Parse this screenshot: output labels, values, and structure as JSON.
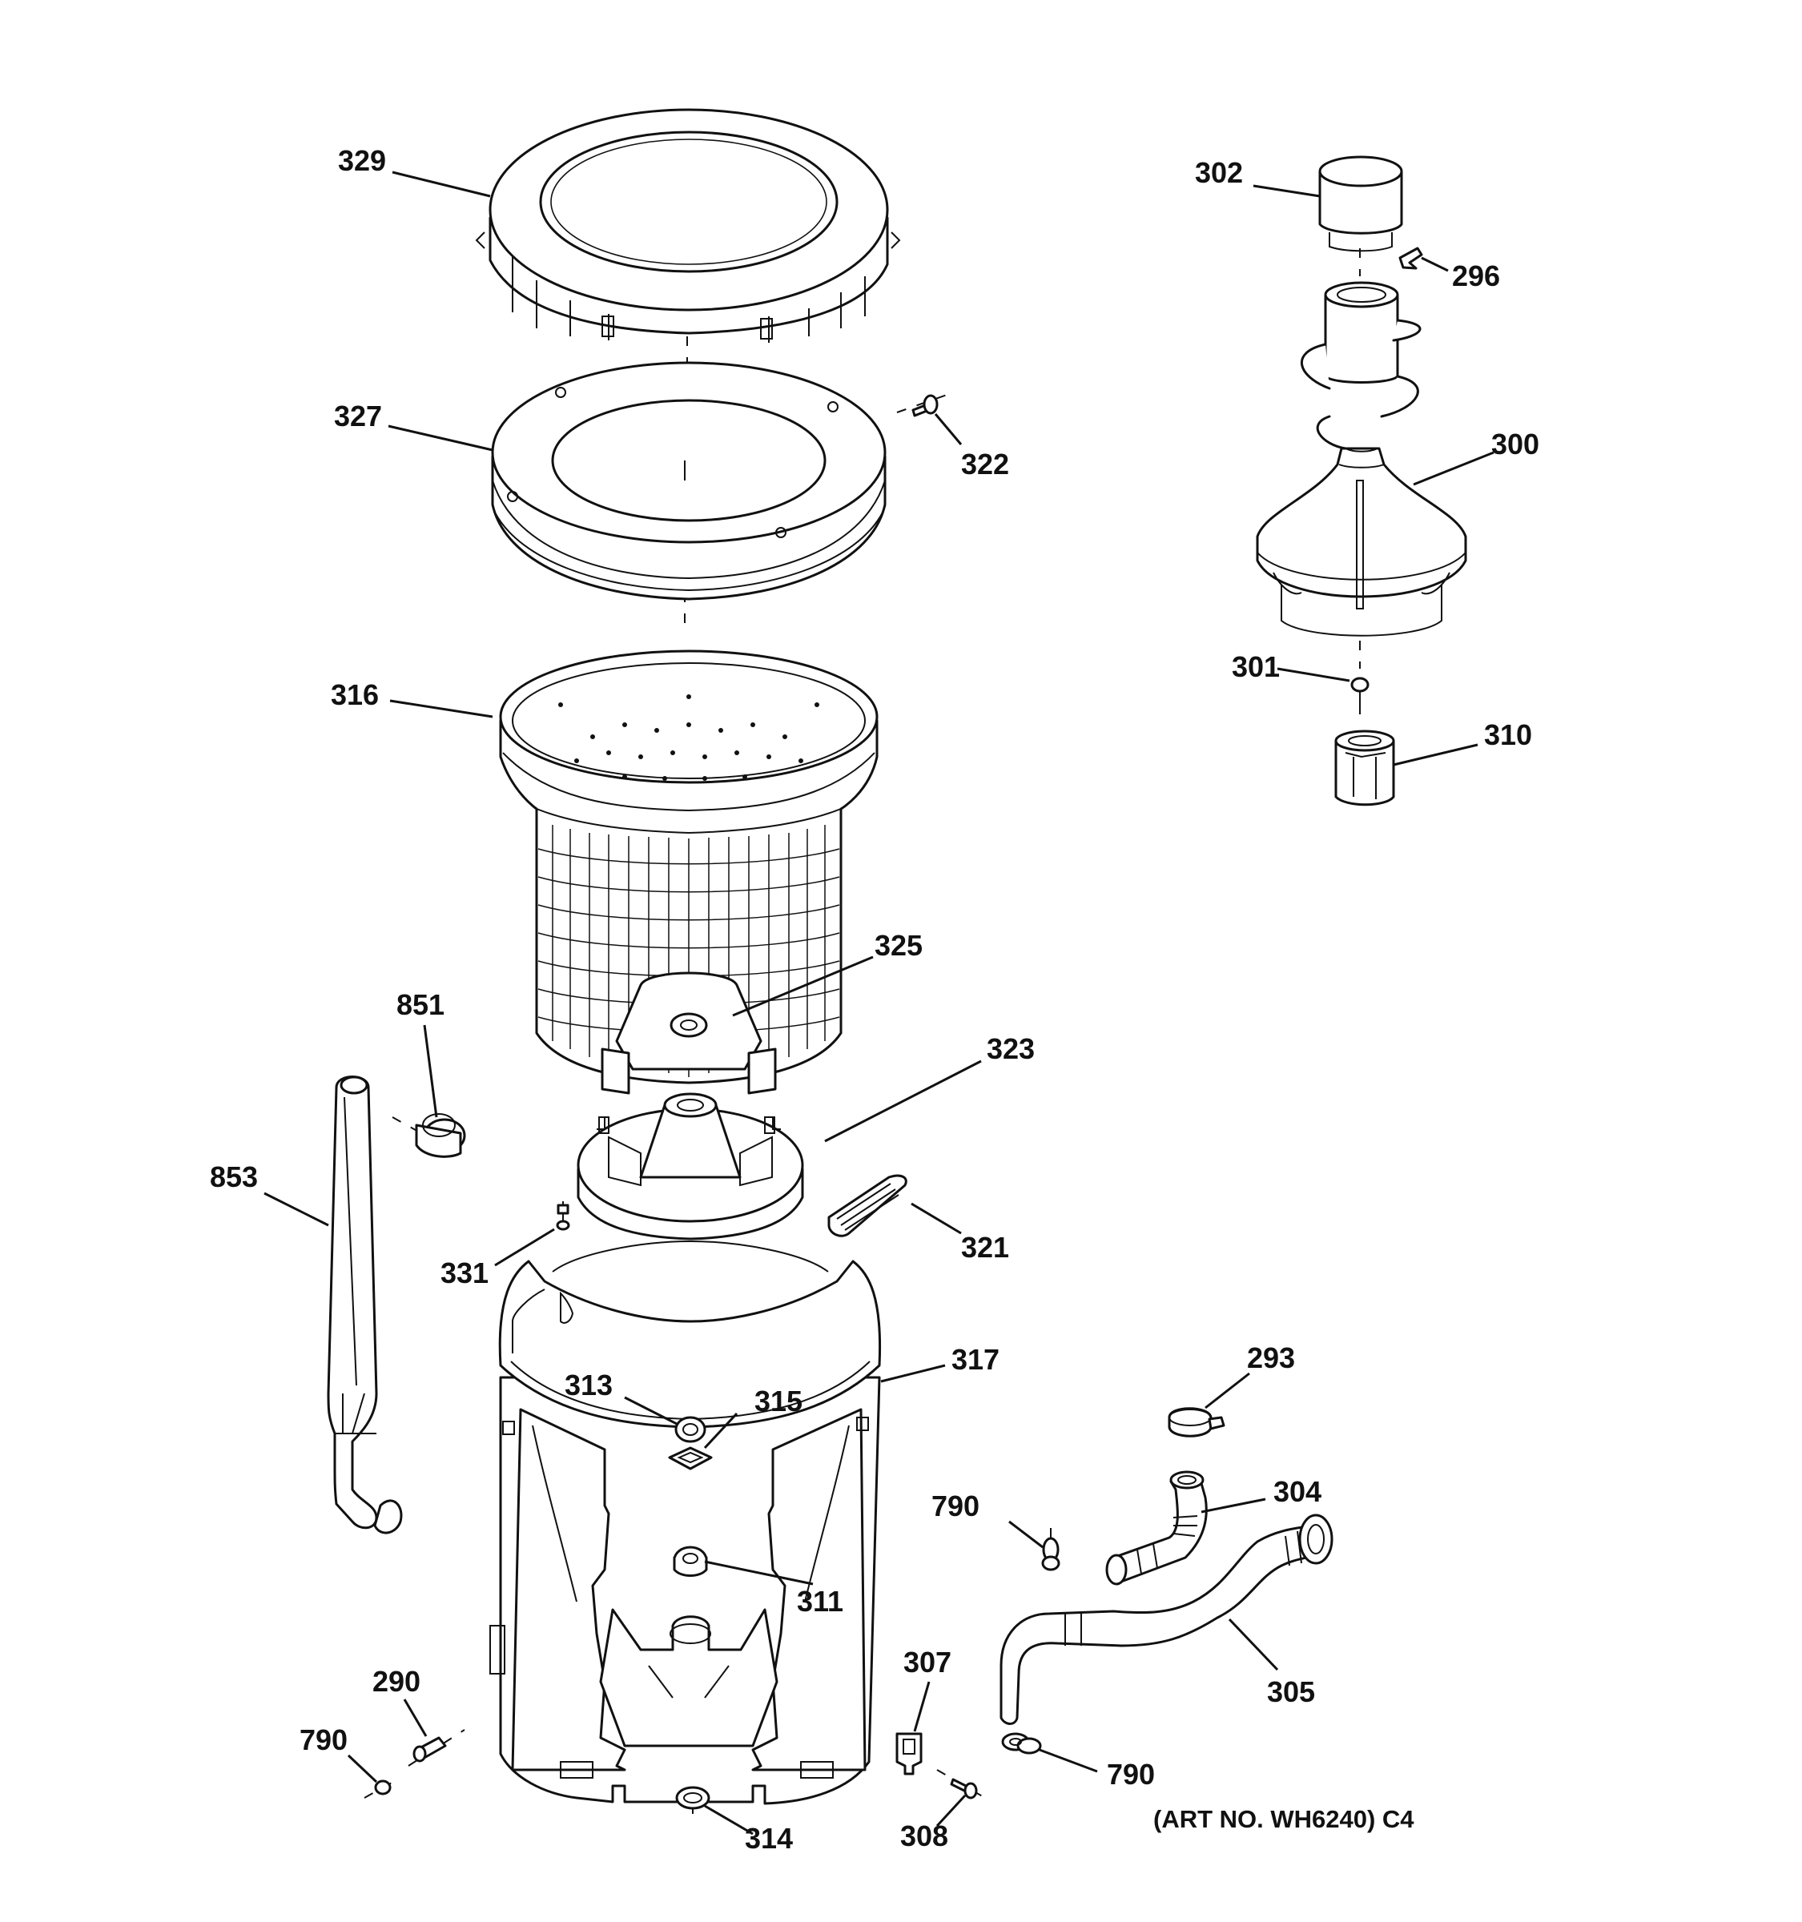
{
  "diagram": {
    "type": "exploded parts diagram",
    "art_number": "(ART NO. WH6240) C4",
    "callouts": [
      {
        "id": "c329",
        "text": "329"
      },
      {
        "id": "c327",
        "text": "327"
      },
      {
        "id": "c322",
        "text": "322"
      },
      {
        "id": "c316",
        "text": "316"
      },
      {
        "id": "c325",
        "text": "325"
      },
      {
        "id": "c851",
        "text": "851"
      },
      {
        "id": "c853",
        "text": "853"
      },
      {
        "id": "c323",
        "text": "323"
      },
      {
        "id": "c331",
        "text": "331"
      },
      {
        "id": "c321",
        "text": "321"
      },
      {
        "id": "c317",
        "text": "317"
      },
      {
        "id": "c313",
        "text": "313"
      },
      {
        "id": "c315",
        "text": "315"
      },
      {
        "id": "c311",
        "text": "311"
      },
      {
        "id": "c290",
        "text": "290"
      },
      {
        "id": "c790a",
        "text": "790"
      },
      {
        "id": "c314",
        "text": "314"
      },
      {
        "id": "c307",
        "text": "307"
      },
      {
        "id": "c308",
        "text": "308"
      },
      {
        "id": "c790b",
        "text": "790"
      },
      {
        "id": "c790c",
        "text": "790"
      },
      {
        "id": "c305",
        "text": "305"
      },
      {
        "id": "c304",
        "text": "304"
      },
      {
        "id": "c293",
        "text": "293"
      },
      {
        "id": "c302",
        "text": "302"
      },
      {
        "id": "c296",
        "text": "296"
      },
      {
        "id": "c300",
        "text": "300"
      },
      {
        "id": "c301",
        "text": "301"
      },
      {
        "id": "c310",
        "text": "310"
      }
    ]
  }
}
